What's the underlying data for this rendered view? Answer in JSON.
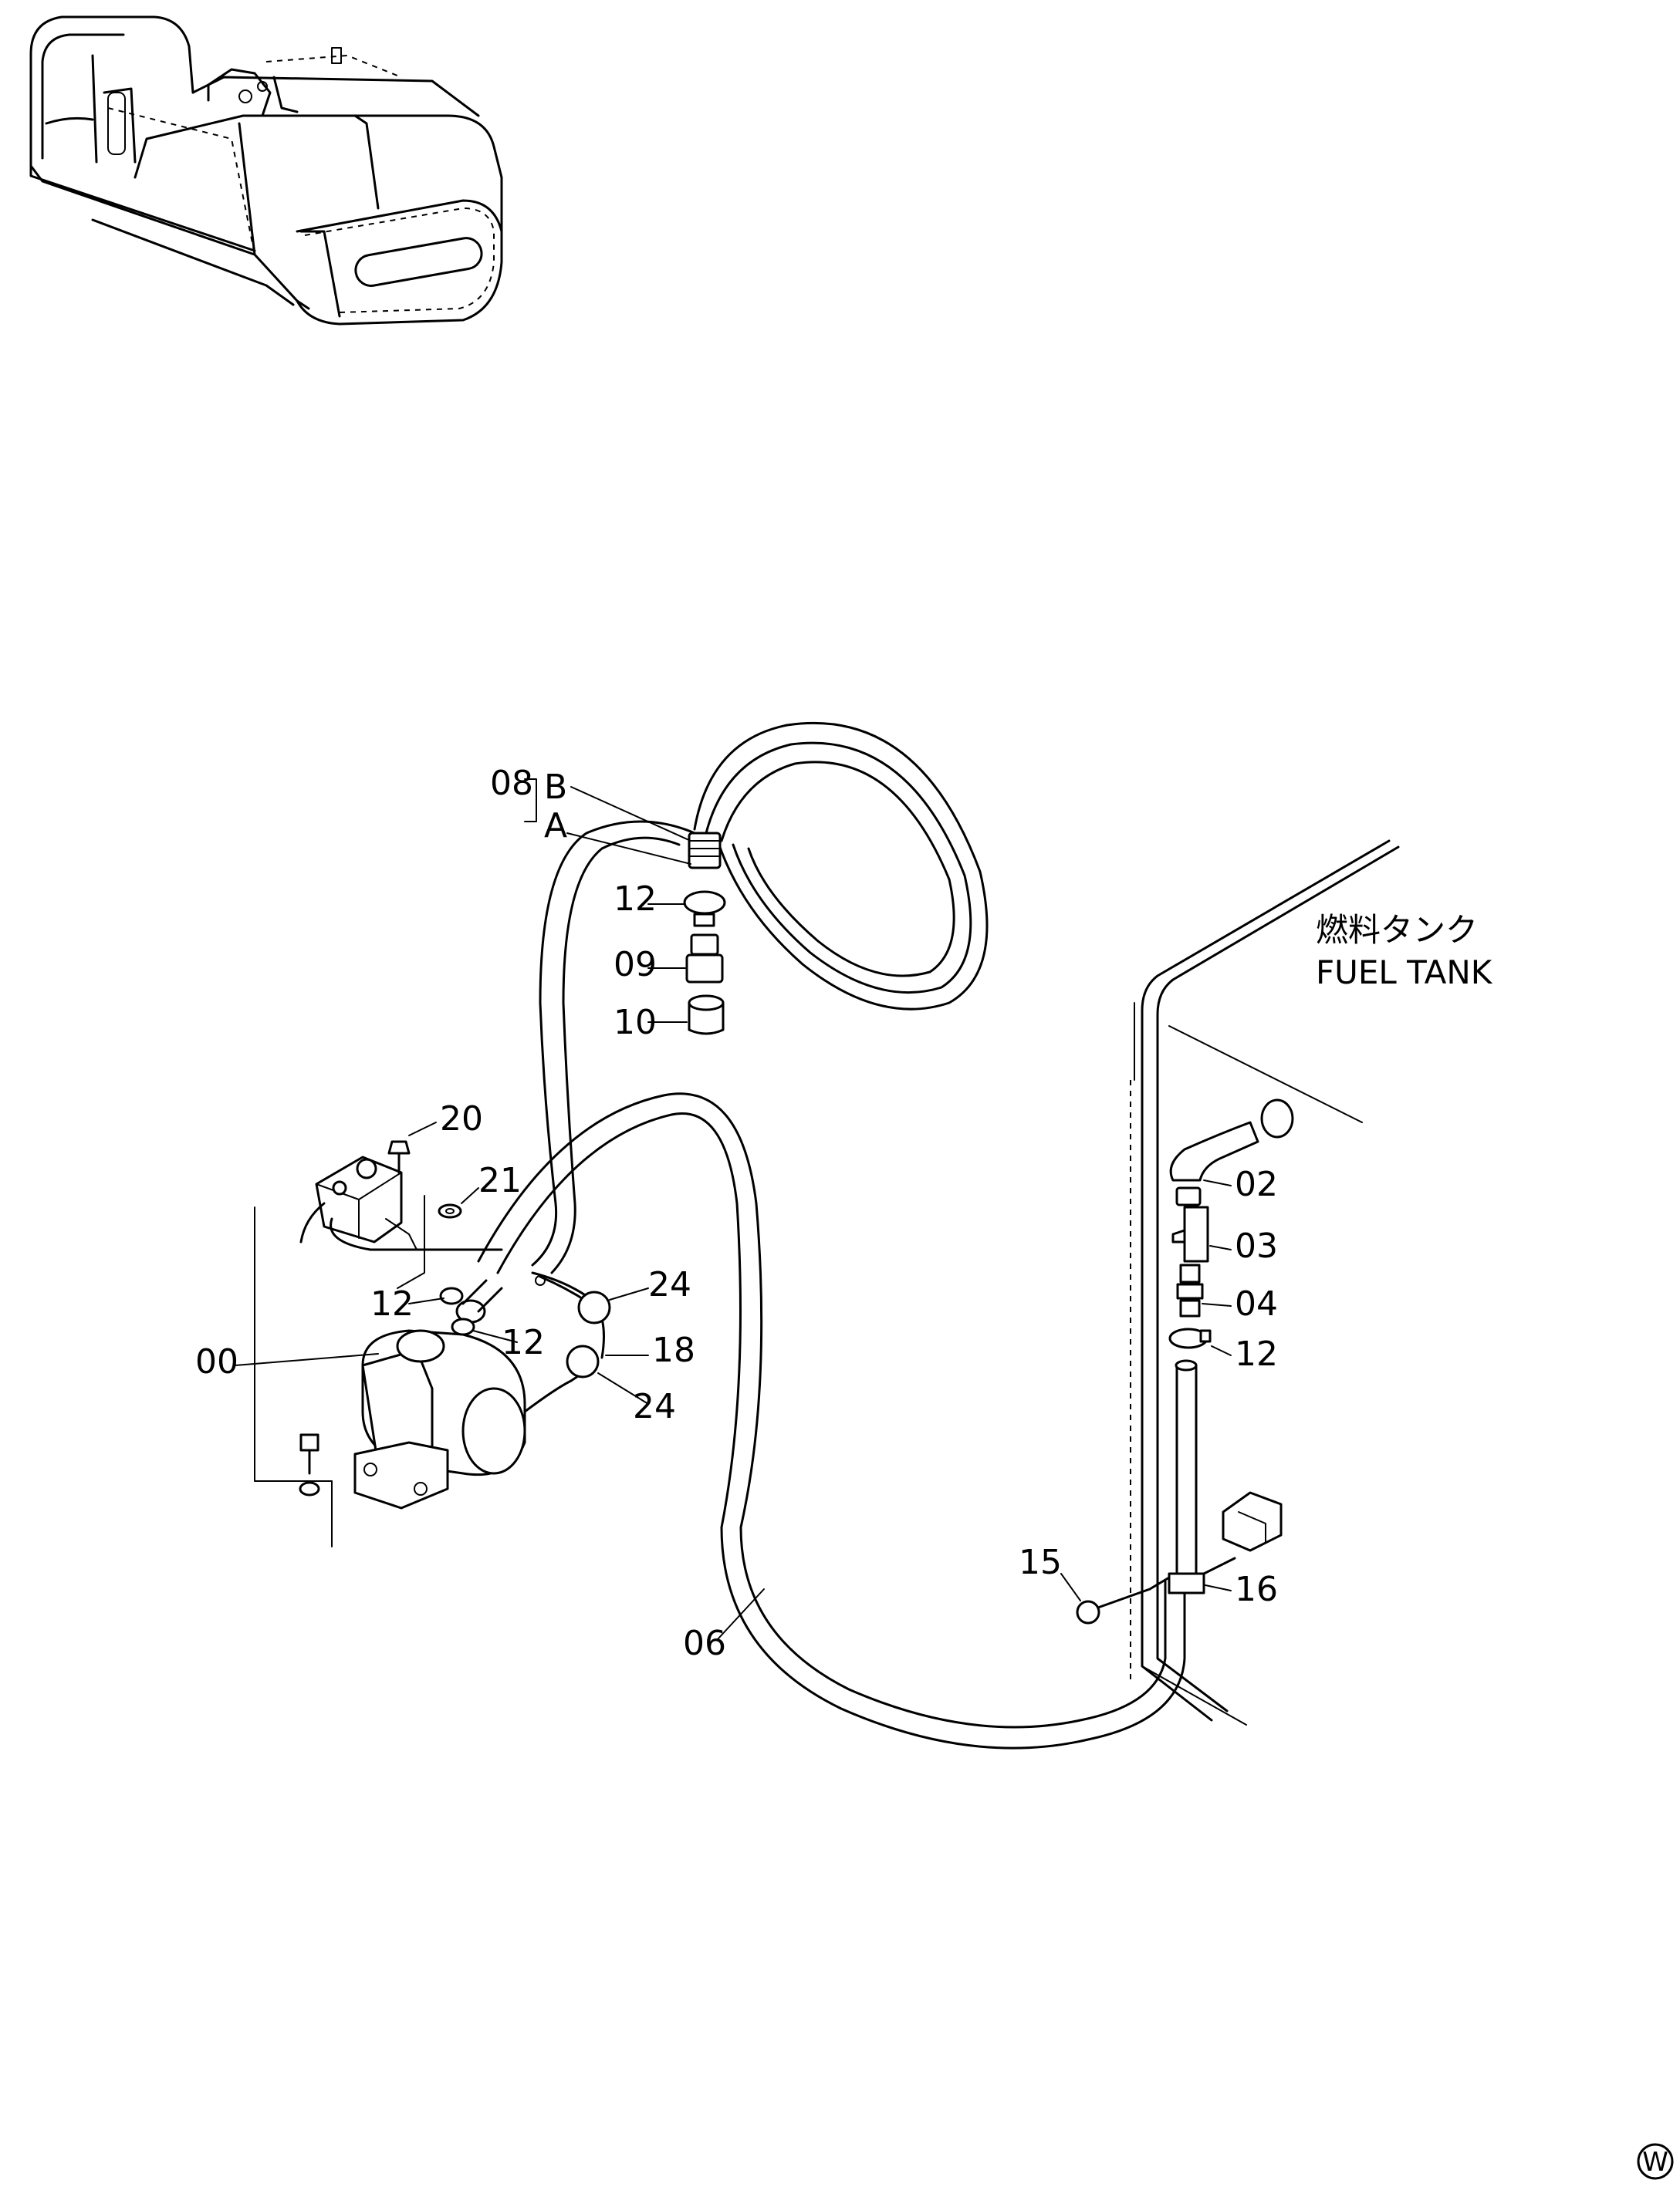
{
  "diagram": {
    "tank_label_jp": "燃料タンク",
    "tank_label_en": "FUEL TANK",
    "page_mark": "W",
    "callouts": {
      "c08": "08",
      "cB": "B",
      "cA": "A",
      "c12_top": "12",
      "c09": "09",
      "c10": "10",
      "c20": "20",
      "c21": "21",
      "c12_left": "12",
      "c12_mid": "12",
      "c24_top": "24",
      "c18": "18",
      "c24_bot": "24",
      "c00": "00",
      "c02": "02",
      "c03": "03",
      "c04": "04",
      "c12_right": "12",
      "c15": "15",
      "c16": "16",
      "c06": "06"
    }
  }
}
